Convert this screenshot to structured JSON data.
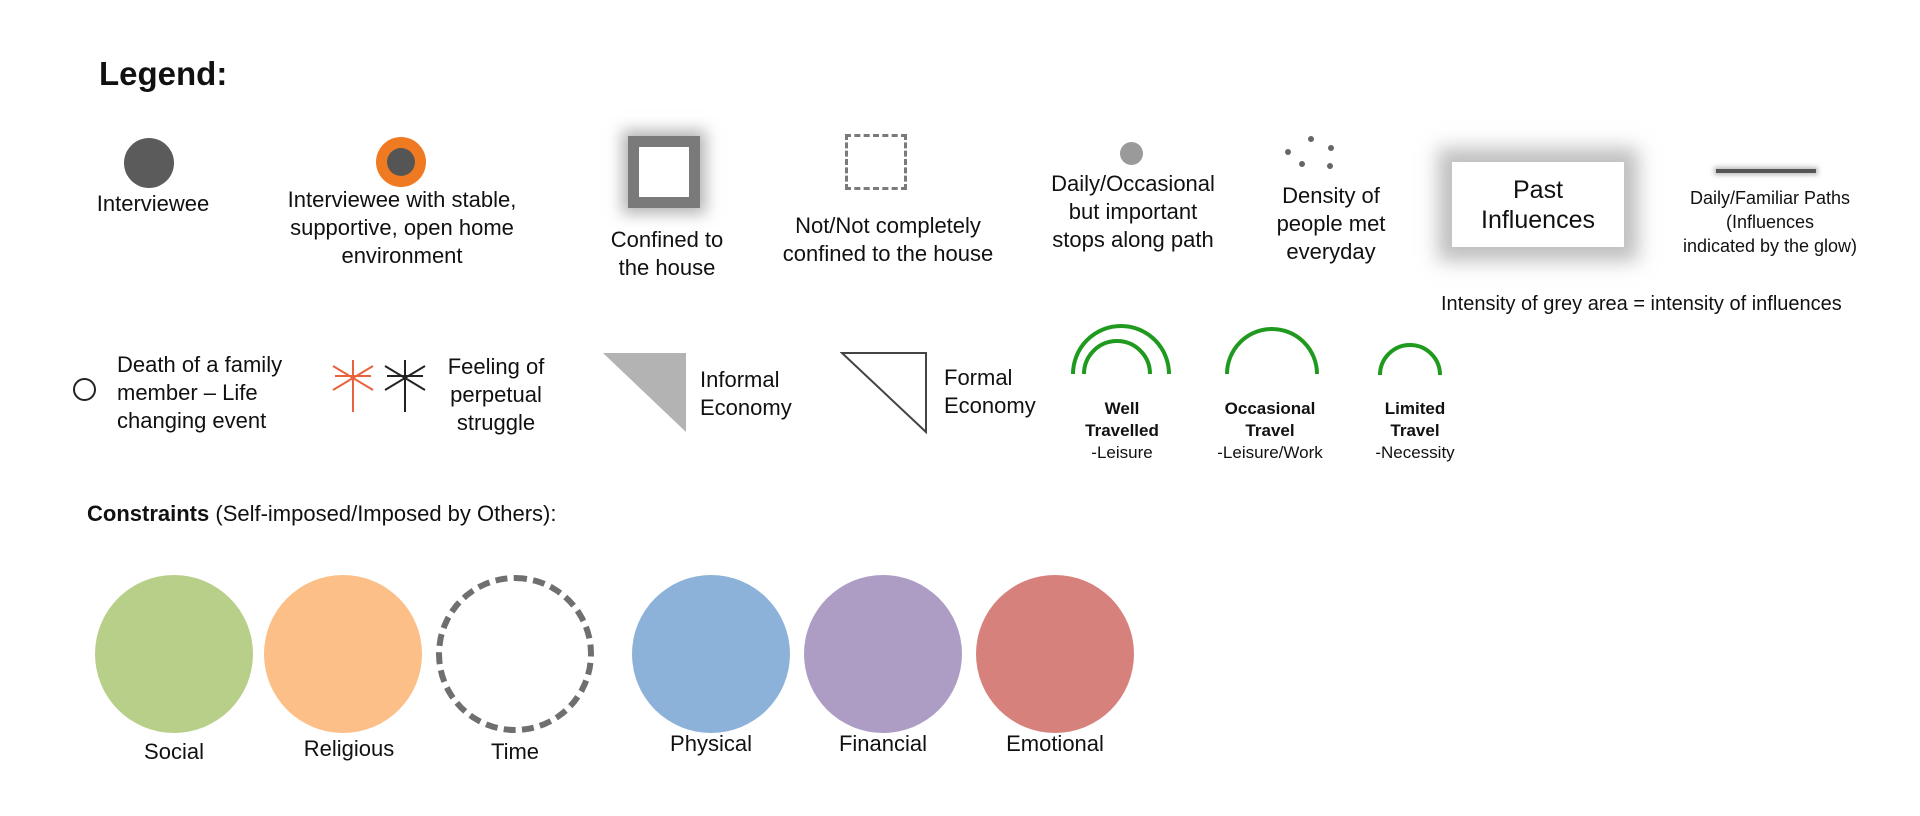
{
  "legend_title": "Legend:",
  "row1": {
    "interviewee": "Interviewee",
    "supportive_line1": "Interviewee with stable,",
    "supportive_line2": "supportive, open home",
    "supportive_line3": "environment",
    "confined_line1": "Confined to",
    "confined_line2": "the house",
    "not_confined_line1": "Not/Not completely",
    "not_confined_line2": "confined to the house",
    "stops_line1": "Daily/Occasional",
    "stops_line2": "but important",
    "stops_line3": "stops along path",
    "density_line1": "Density of",
    "density_line2": "people met",
    "density_line3": "everyday",
    "past_line1": "Past",
    "past_line2": "Influences",
    "paths_line1": "Daily/Familiar Paths",
    "paths_line2": "(Influences",
    "paths_line3": "indicated by the glow)",
    "intensity_note": "Intensity of grey area = intensity of influences"
  },
  "row2": {
    "death_line1": "Death of a family",
    "death_line2": "member – Life",
    "death_line3": "changing event",
    "struggle_line1": "Feeling of",
    "struggle_line2": "perpetual",
    "struggle_line3": "struggle",
    "informal_line1": "Informal",
    "informal_line2": "Economy",
    "formal_line1": "Formal",
    "formal_line2": "Economy",
    "well_line1": "Well",
    "well_line2": "Travelled",
    "well_line3": "-Leisure",
    "occasional_line1": "Occasional",
    "occasional_line2": "Travel",
    "occasional_line3": "-Leisure/Work",
    "limited_line1": "Limited",
    "limited_line2": "Travel",
    "limited_line3": "-Necessity"
  },
  "constraints": {
    "title_bold": "Constraints",
    "title_rest": " (Self-imposed/Imposed by Others):",
    "social": "Social",
    "religious": "Religious",
    "time": "Time",
    "physical": "Physical",
    "financial": "Financial",
    "emotional": "Emotional"
  },
  "colors": {
    "interviewee": "#5b5b5b",
    "supportive_ring": "#f07a21",
    "travel_arc": "#1f9a1f",
    "struggle_red": "#e8623d",
    "social": "#b8cf8a",
    "religious": "#fbbf87",
    "physical": "#8cb2d9",
    "financial": "#ad9dc5",
    "emotional": "#d7817c"
  }
}
